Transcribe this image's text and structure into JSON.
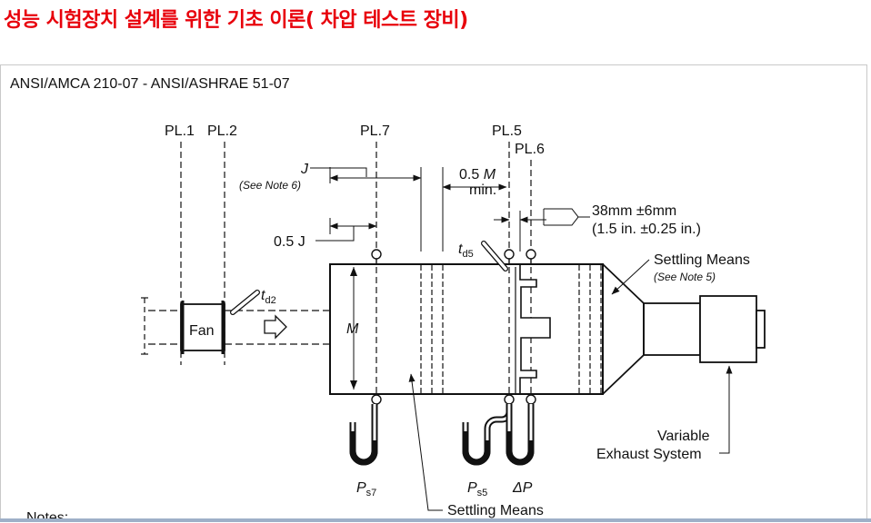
{
  "page": {
    "title": "성능 시험장치 설계를 위한  기초 이론( 차압 테스트 장비)",
    "accent_color": "#e8000b"
  },
  "diagram": {
    "standard": "ANSI/AMCA 210-07 - ANSI/ASHRAE 51-07",
    "planes": {
      "pl1": "PL.1",
      "pl2": "PL.2",
      "pl7": "PL.7",
      "pl5": "PL.5",
      "pl6": "PL.6"
    },
    "dimensions": {
      "j": "J",
      "see_note_6": "(See Note 6)",
      "half_j": "0.5 J",
      "half_m_value": "0.5",
      "half_m_var": "M",
      "min": "min.",
      "m": "M",
      "gap_mm": "38mm  ±6mm",
      "gap_in": "(1.5 in.  ±0.25 in.)"
    },
    "components": {
      "fan": "Fan",
      "td2_t": "t",
      "td2_sub": "d2",
      "td5_t": "t",
      "td5_sub": "d5",
      "settling_means_top": "Settling Means",
      "see_note_5": "(See Note 5)",
      "variable": "Variable",
      "exhaust_system": "Exhaust System",
      "ps7_p": "P",
      "ps7_sub": "s7",
      "ps5_p": "P",
      "ps5_sub": "s5",
      "delta_p": "ΔP",
      "settling_means_bottom": "Settling Means",
      "notes": "Notes:"
    }
  }
}
